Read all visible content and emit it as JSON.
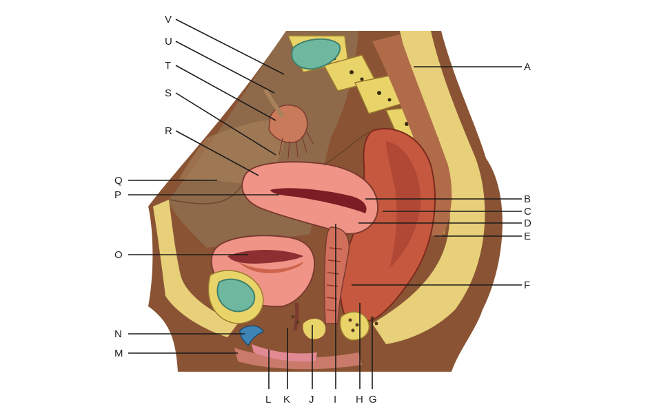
{
  "figure": {
    "colors": {
      "skin": "#8a5434",
      "fat": "#e8d07a",
      "bone": "#e9d46a",
      "cavity": "#8e6a4a",
      "organ_pink": "#ef9486",
      "organ_dark": "#c5583e",
      "lumen": "#7a1d24",
      "cartilage": "#6fb8a0",
      "line": "#1a1a1a"
    },
    "labels": {
      "A": "A",
      "B": "B",
      "C": "C",
      "D": "D",
      "E": "E",
      "F": "F",
      "G": "G",
      "H": "H",
      "I": "I",
      "J": "J",
      "K": "K",
      "L": "L",
      "M": "M",
      "N": "N",
      "O": "O",
      "P": "P",
      "Q": "Q",
      "R": "R",
      "S": "S",
      "T": "T",
      "U": "U",
      "V": "V"
    }
  }
}
